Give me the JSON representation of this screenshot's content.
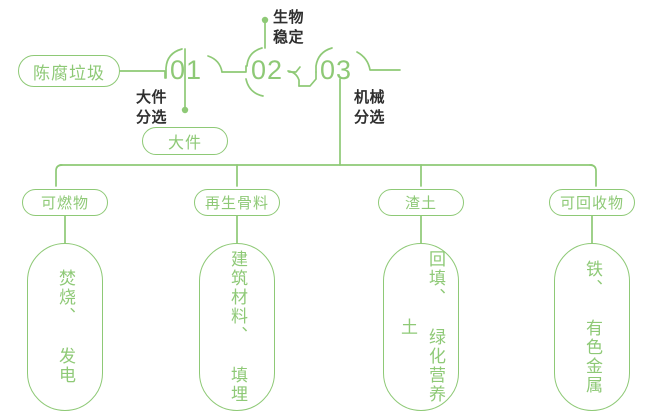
{
  "theme": {
    "line_color": "#8ec976",
    "node_text_color": "#8ec976",
    "label_text_color": "#2f2f2f",
    "background": "#ffffff"
  },
  "flow": {
    "source": {
      "label": "陈腐垃圾"
    },
    "stages": [
      {
        "number": "01",
        "process_label": "大件\n分选"
      },
      {
        "number": "02",
        "process_label": "生物\n稳定"
      },
      {
        "number": "03",
        "process_label": "机械\n分选"
      }
    ],
    "stage_labels": {
      "bulky_sorting": "大件分选",
      "bio_stabilization": "生物稳定",
      "mechanical_sorting": "机械分选"
    },
    "side_output": {
      "label": "大件"
    },
    "outputs": [
      {
        "category": "可燃物",
        "destination": "焚烧、 发电"
      },
      {
        "category": "再生骨料",
        "destination": "建筑材料、 填埋"
      },
      {
        "category": "渣土",
        "destination": "回填、 绿化营养土"
      },
      {
        "category": "可回收物",
        "destination": "铁、 有色金属"
      }
    ]
  },
  "annotations": {
    "bulky_line1": "大件",
    "bulky_line2": "分选",
    "bio_line1": "生物",
    "bio_line2": "稳定",
    "mech_line1": "机械",
    "mech_line2": "分选"
  }
}
